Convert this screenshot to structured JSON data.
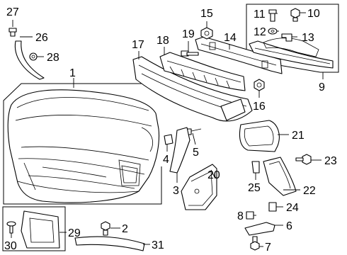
{
  "diagram": {
    "callouts": [
      {
        "number": "1",
        "part": "bumper-cover"
      },
      {
        "number": "2",
        "part": "lower-bolt"
      },
      {
        "number": "3",
        "part": "side-bracket"
      },
      {
        "number": "4",
        "part": "small-clip"
      },
      {
        "number": "5",
        "part": "push-pin"
      },
      {
        "number": "6",
        "part": "lower-bracket"
      },
      {
        "number": "7",
        "part": "lower-bolt"
      },
      {
        "number": "8",
        "part": "small-nut"
      },
      {
        "number": "9",
        "part": "upper-support-assembly"
      },
      {
        "number": "10",
        "part": "screw"
      },
      {
        "number": "11",
        "part": "bolt"
      },
      {
        "number": "12",
        "part": "washer"
      },
      {
        "number": "13",
        "part": "clip"
      },
      {
        "number": "14",
        "part": "energy-absorber"
      },
      {
        "number": "15",
        "part": "nut"
      },
      {
        "number": "16",
        "part": "nut"
      },
      {
        "number": "17",
        "part": "impact-bar"
      },
      {
        "number": "18",
        "part": "reinforcement"
      },
      {
        "number": "19",
        "part": "bolt"
      },
      {
        "number": "20",
        "part": "side-bracket"
      },
      {
        "number": "21",
        "part": "fog-lamp-bezel"
      },
      {
        "number": "22",
        "part": "deflector"
      },
      {
        "number": "23",
        "part": "bolt"
      },
      {
        "number": "24",
        "part": "clip"
      },
      {
        "number": "25",
        "part": "clip"
      },
      {
        "number": "26",
        "part": "molding"
      },
      {
        "number": "27",
        "part": "screw"
      },
      {
        "number": "28",
        "part": "retainer"
      },
      {
        "number": "29",
        "part": "license-bracket"
      },
      {
        "number": "30",
        "part": "screw"
      },
      {
        "number": "31",
        "part": "lower-molding"
      }
    ]
  }
}
